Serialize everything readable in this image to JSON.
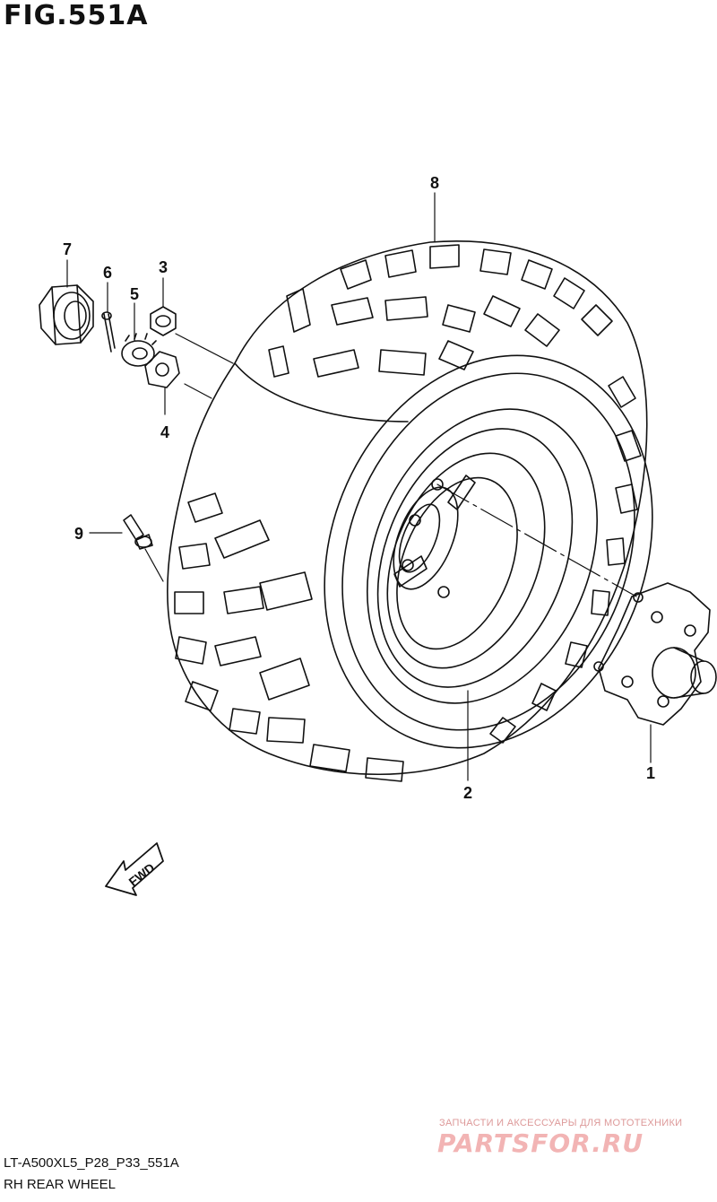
{
  "figure": {
    "title": "FIG.551A",
    "model_code": "LT-A500XL5_P28_P33_551A",
    "caption": "RH REAR WHEEL"
  },
  "callouts": [
    "1",
    "2",
    "3",
    "4",
    "5",
    "6",
    "7",
    "8",
    "9"
  ],
  "fwd_label": "FWD",
  "watermark": {
    "tagline": "ЗАПЧАСТИ И АКСЕССУАРЫ ДЛЯ МОТОТЕХНИКИ",
    "brand": "PARTSFOR.RU"
  }
}
